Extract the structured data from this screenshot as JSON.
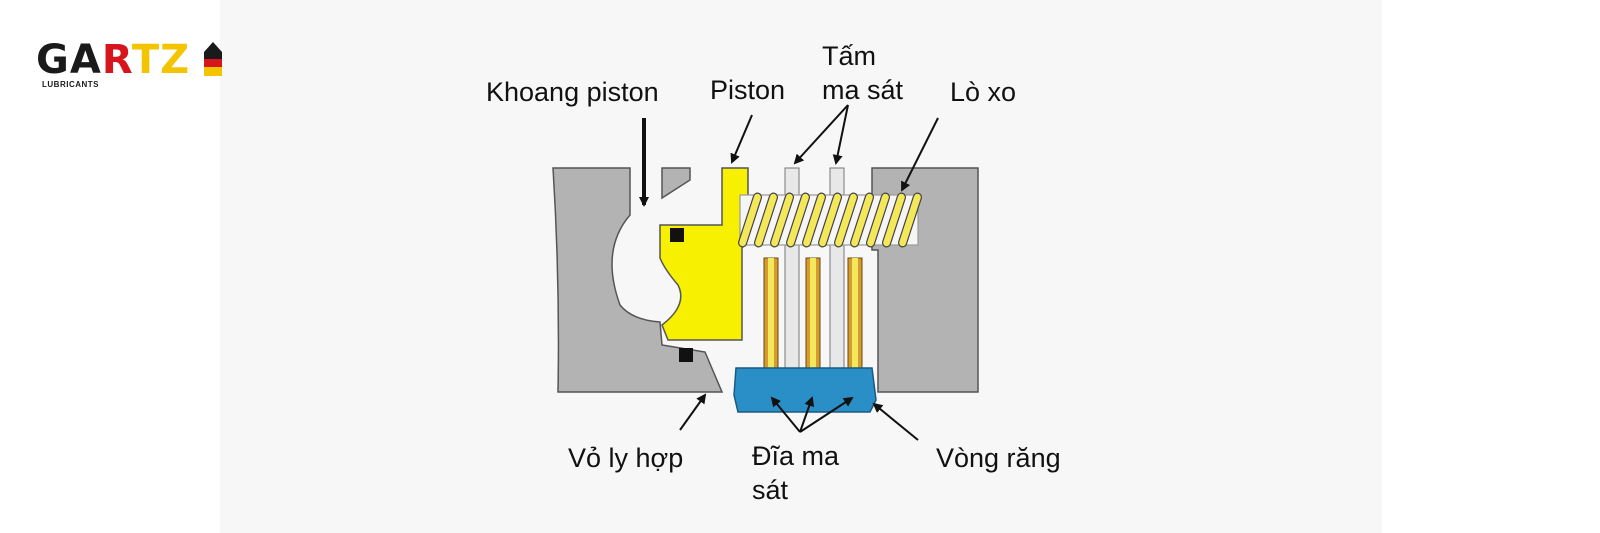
{
  "logo": {
    "brand_text": "GARTZ",
    "letters": [
      "G",
      "A",
      "R",
      "T",
      "Z"
    ],
    "tagline": "LUBRICANTS",
    "colors": {
      "dark": "#1a1a1a",
      "red": "#d6161c",
      "yellow": "#f5c400"
    },
    "icon": "german-flag-arrow-icon"
  },
  "diagram": {
    "labels": {
      "khoang_piston": "Khoang piston",
      "piston": "Piston",
      "tam_ma_sat_line1": "Tấm",
      "tam_ma_sat_line2": "ma sát",
      "lo_xo": "Lò xo",
      "vo_ly_hop": "Vỏ ly hợp",
      "dia_ma_sat_line1": "Đĩa ma",
      "dia_ma_sat_line2": "sát",
      "vong_rang": "Vòng răng"
    },
    "colors": {
      "housing": "#b3b3b3",
      "piston": "#f7f000",
      "spring": "#f2e85a",
      "friction_disc": "#d79a2e",
      "ring_gear": "#2a8fc6"
    }
  }
}
